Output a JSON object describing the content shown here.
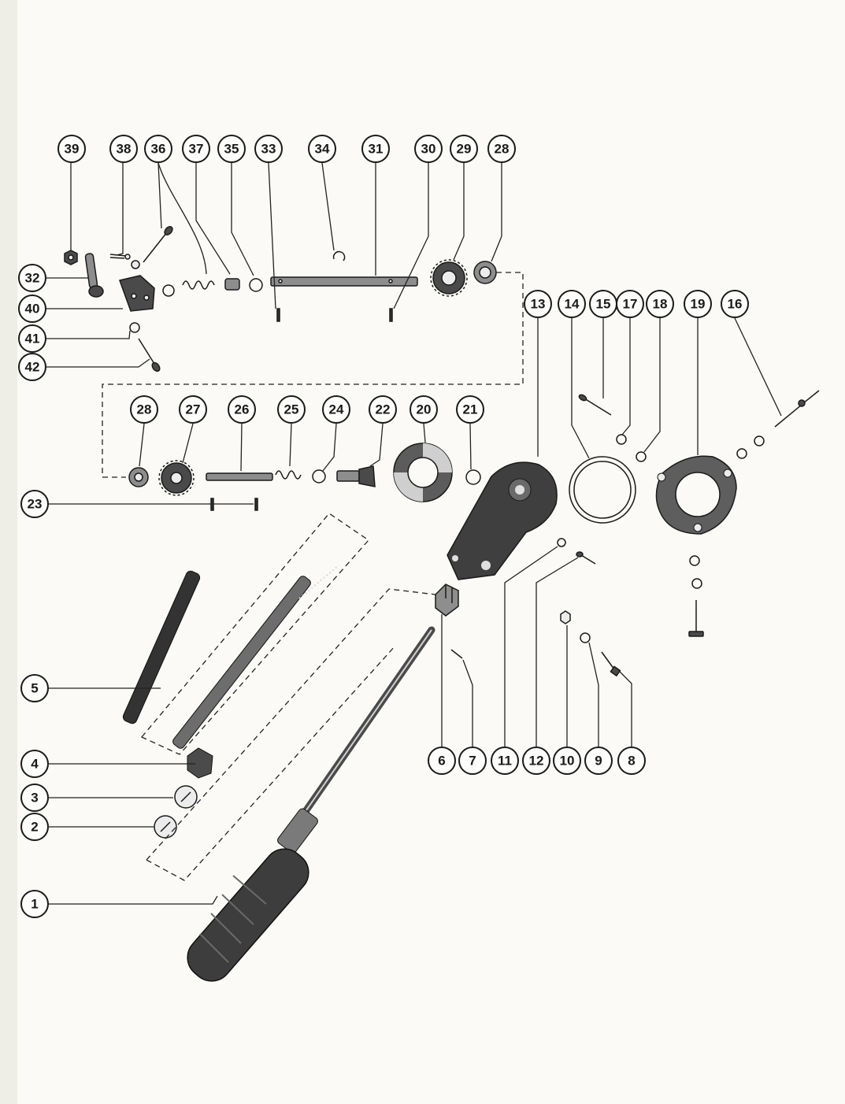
{
  "diagram": {
    "callouts": [
      {
        "id": "c39",
        "label": "39"
      },
      {
        "id": "c38",
        "label": "38"
      },
      {
        "id": "c36",
        "label": "36"
      },
      {
        "id": "c37",
        "label": "37"
      },
      {
        "id": "c35",
        "label": "35"
      },
      {
        "id": "c33",
        "label": "33"
      },
      {
        "id": "c34",
        "label": "34"
      },
      {
        "id": "c31",
        "label": "31"
      },
      {
        "id": "c30",
        "label": "30"
      },
      {
        "id": "c29",
        "label": "29"
      },
      {
        "id": "c28a",
        "label": "28"
      },
      {
        "id": "c32",
        "label": "32"
      },
      {
        "id": "c40",
        "label": "40"
      },
      {
        "id": "c41",
        "label": "41"
      },
      {
        "id": "c42",
        "label": "42"
      },
      {
        "id": "c13",
        "label": "13"
      },
      {
        "id": "c14",
        "label": "14"
      },
      {
        "id": "c15",
        "label": "15"
      },
      {
        "id": "c17",
        "label": "17"
      },
      {
        "id": "c18",
        "label": "18"
      },
      {
        "id": "c19",
        "label": "19"
      },
      {
        "id": "c16",
        "label": "16"
      },
      {
        "id": "c28b",
        "label": "28"
      },
      {
        "id": "c27",
        "label": "27"
      },
      {
        "id": "c26",
        "label": "26"
      },
      {
        "id": "c25",
        "label": "25"
      },
      {
        "id": "c24",
        "label": "24"
      },
      {
        "id": "c22",
        "label": "22"
      },
      {
        "id": "c20",
        "label": "20"
      },
      {
        "id": "c21",
        "label": "21"
      },
      {
        "id": "c23",
        "label": "23"
      },
      {
        "id": "c5",
        "label": "5"
      },
      {
        "id": "c4",
        "label": "4"
      },
      {
        "id": "c3",
        "label": "3"
      },
      {
        "id": "c2",
        "label": "2"
      },
      {
        "id": "c1",
        "label": "1"
      },
      {
        "id": "c6",
        "label": "6"
      },
      {
        "id": "c7",
        "label": "7"
      },
      {
        "id": "c11",
        "label": "11"
      },
      {
        "id": "c12",
        "label": "12"
      },
      {
        "id": "c10",
        "label": "10"
      },
      {
        "id": "c9",
        "label": "9"
      },
      {
        "id": "c8",
        "label": "8"
      }
    ]
  }
}
